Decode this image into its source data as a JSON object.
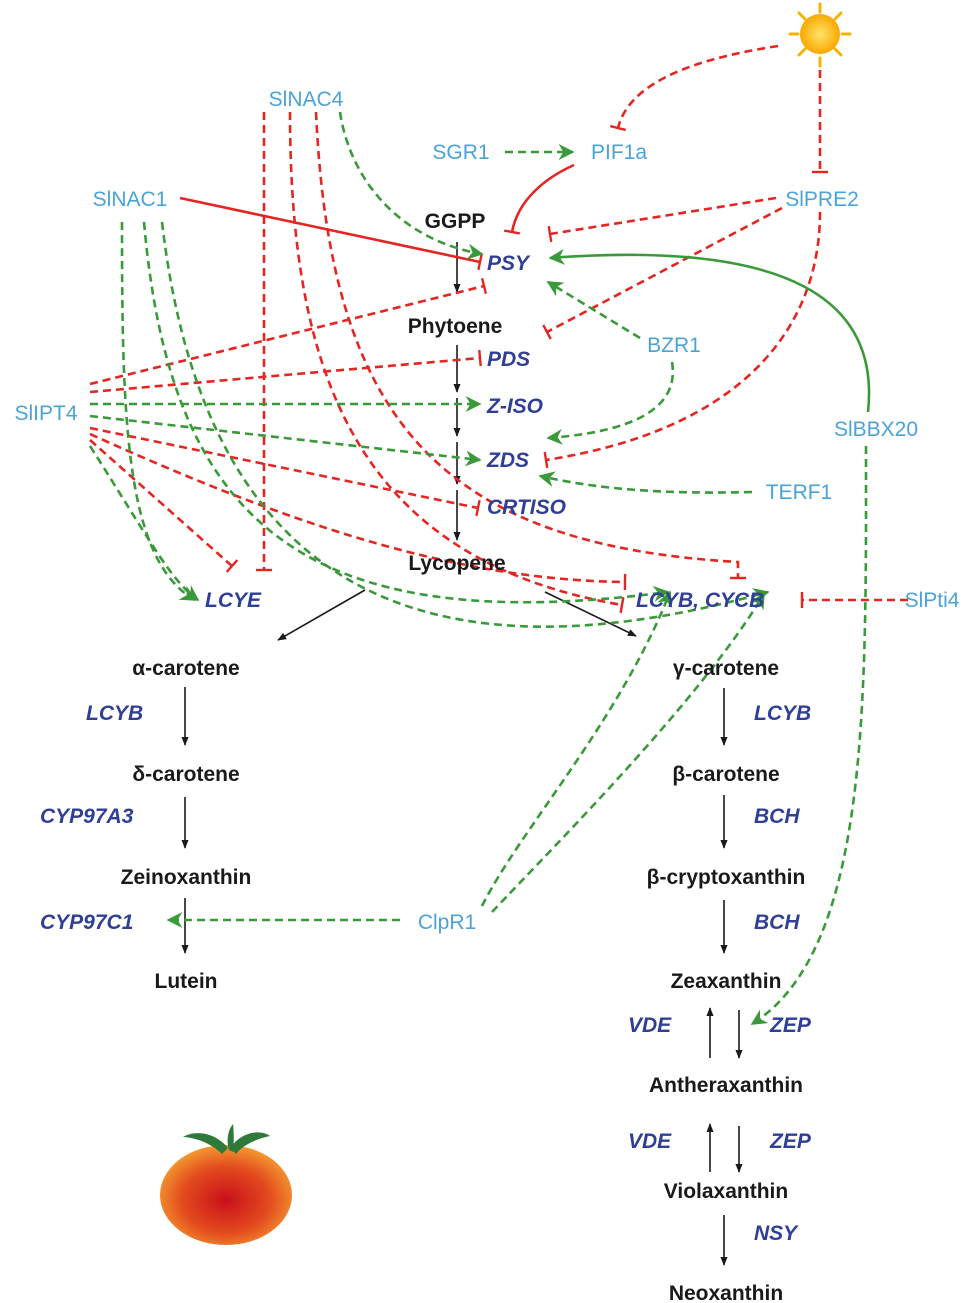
{
  "metabolites": {
    "ggpp": "GGPP",
    "phytoene": "Phytoene",
    "lycopene": "Lycopene",
    "alpha_carotene": "α-carotene",
    "delta_carotene": "δ-carotene",
    "zeinoxanthin": "Zeinoxanthin",
    "lutein": "Lutein",
    "gamma_carotene": "γ-carotene",
    "beta_carotene": "β-carotene",
    "beta_cryptoxanthin": "β-cryptoxanthin",
    "zeaxanthin": "Zeaxanthin",
    "antheraxanthin": "Antheraxanthin",
    "violaxanthin": "Violaxanthin",
    "neoxanthin": "Neoxanthin"
  },
  "enzymes": {
    "psy": "PSY",
    "pds": "PDS",
    "ziso": "Z-ISO",
    "zds": "ZDS",
    "crtiso": "CRTISO",
    "lcye": "LCYE",
    "lcyb_cycb": "LCYB, CYCB",
    "lcyb_alpha": "LCYB",
    "cyp97a3": "CYP97A3",
    "cyp97c1": "CYP97C1",
    "lcyb_gamma": "LCYB",
    "bch_1": "BCH",
    "bch_2": "BCH",
    "vde_1": "VDE",
    "zep_1": "ZEP",
    "vde_2": "VDE",
    "zep_2": "ZEP",
    "nsy": "NSY"
  },
  "regulators": {
    "slnac4": "SlNAC4",
    "sgr1": "SGR1",
    "pif1a": "PIF1a",
    "slnac1": "SlNAC1",
    "slpre2": "SlPRE2",
    "bzr1": "BZR1",
    "slipt4": "SlIPT4",
    "slbbx20": "SlBBX20",
    "terf1": "TERF1",
    "slpti4": "SlPti4",
    "clpr1": "ClpR1"
  },
  "colors": {
    "metabolite": "#1a1a1a",
    "enzyme": "#2f3f97",
    "regulator": "#4aa3d8",
    "repression": "#e52521",
    "activation": "#3a9a3a",
    "sun": "#ffc21a",
    "tomato": "#e0301e",
    "leaf": "#2f7a3a"
  },
  "icons": [
    "sun-icon",
    "tomato-icon"
  ]
}
